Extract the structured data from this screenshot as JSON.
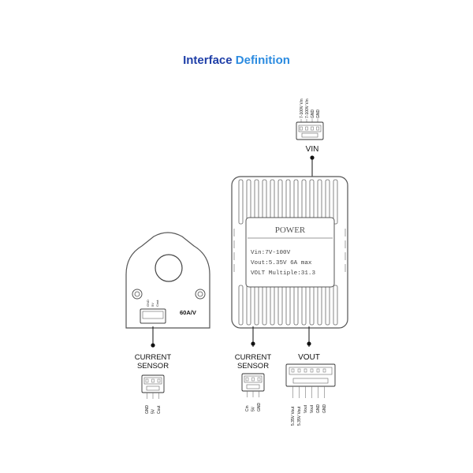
{
  "title": {
    "part1": "Interface",
    "part2": "Definition",
    "color1": "#1f3fa8",
    "color2": "#2b8be0"
  },
  "vin": {
    "label": "VIN",
    "pins": [
      "7-100V Vin",
      "7-100V Vin",
      "GND",
      "GND"
    ]
  },
  "power_module": {
    "brand": "POWER",
    "spec_lines": [
      "Vin:7V-100V",
      "Vout:5.35V 6A max",
      "VOLT Multiple:31.3"
    ]
  },
  "current_sensor_module": {
    "rating": "60A/V",
    "side_pins": [
      "GND",
      "5V",
      "Cout"
    ]
  },
  "current_sensor_left": {
    "label_line1": "CURRENT",
    "label_line2": "SENSOR",
    "pins": [
      "GND",
      "5V",
      "Cout"
    ]
  },
  "current_sensor_right": {
    "label_line1": "CURRENT",
    "label_line2": "SENSOR",
    "pins": [
      "Cin",
      "5V",
      "GND"
    ]
  },
  "vout": {
    "label": "VOUT",
    "pins": [
      "5.35V Vout",
      "5.35V Vout",
      "Vout",
      "Vout",
      "GND",
      "GND"
    ]
  }
}
